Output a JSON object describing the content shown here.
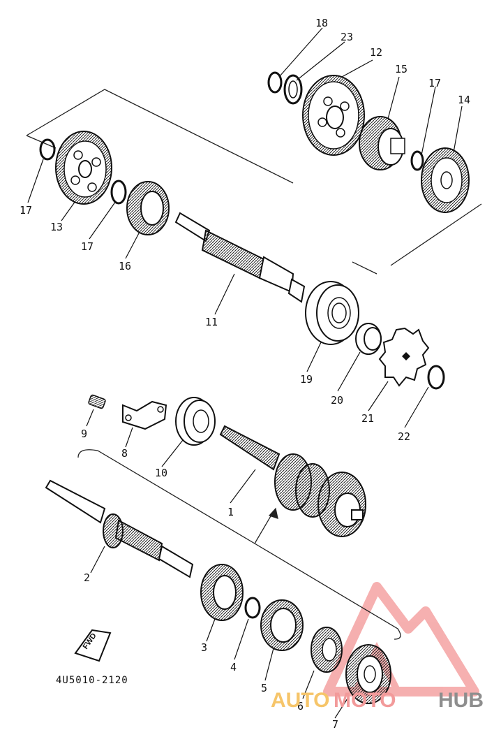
{
  "diagram": {
    "part_code": "4U5010-2120",
    "fwd_label": "FWD",
    "callouts": [
      "1",
      "2",
      "3",
      "4",
      "5",
      "6",
      "7",
      "8",
      "9",
      "10",
      "11",
      "12",
      "13",
      "14",
      "15",
      "16",
      "17",
      "17",
      "17",
      "18",
      "19",
      "20",
      "21",
      "22",
      "23"
    ]
  },
  "watermark": {
    "part_a": "AUTO",
    "part_b": "MOTO",
    "part_c": "HUB",
    "colors": {
      "a": "#f6c56a",
      "b": "#f29a9a",
      "c": "#8e8e8e"
    }
  }
}
